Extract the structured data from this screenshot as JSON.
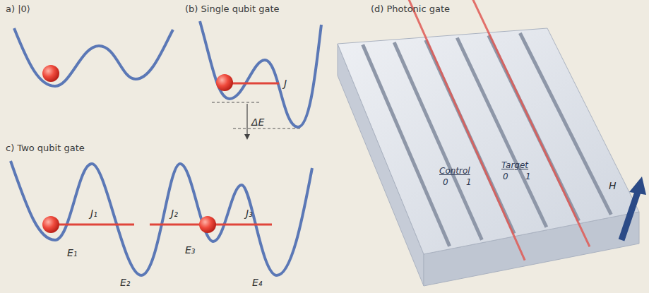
{
  "diagram": {
    "labels": [
      "a) |0⟩",
      "(b) Single qubit gate",
      "c) Two qubit gate",
      "(d) Photonic gate",
      "J",
      "ΔE",
      "J₁",
      "J₂",
      "J₃",
      "E₁",
      "E₂",
      "E₃",
      "E₄",
      "Control",
      "0",
      "1",
      "Target",
      "0",
      "1",
      "H"
    ]
  }
}
